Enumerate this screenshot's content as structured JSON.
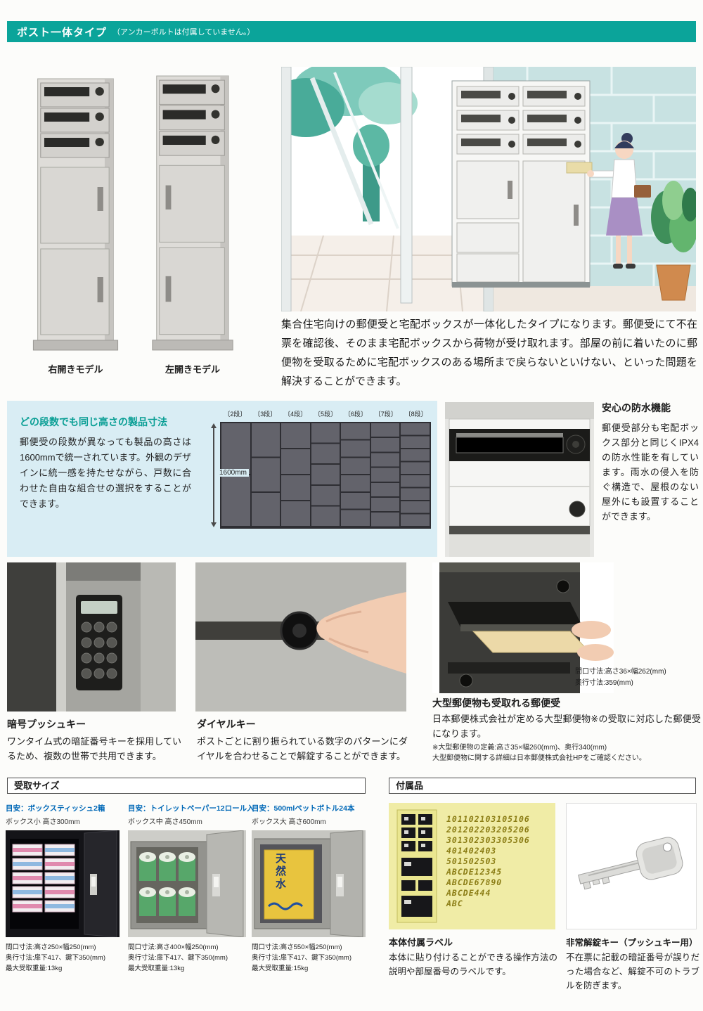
{
  "page": {
    "header": {
      "title": "ポスト一体タイプ",
      "subtitle": "（アンカーボルトは付属していません。）"
    },
    "models": {
      "right": "右開きモデル",
      "left": "左開きモデル"
    },
    "intro": "集合住宅向けの郵便受と宅配ボックスが一体化したタイプになります。郵便受にて不在票を確認後、そのまま宅配ボックスから荷物が受け取れます。部屋の前に着いたのに郵便物を受取るために宅配ボックスのある場所まで戻らないといけない、といった問題を解決することができます。",
    "uniform_height": {
      "heading": "どの段数でも同じ高さの製品寸法",
      "body": "郵便受の段数が異なっても製品の高さは1600mmで統一されています。外観のデザインに統一感を持たせながら、戸数に合わせた自由な組合せの選択をすることができます。",
      "height_label": "1600mm",
      "tiers": [
        "〔2段〕",
        "〔3段〕",
        "〔4段〕",
        "〔5段〕",
        "〔6段〕",
        "〔7段〕",
        "〔8段〕"
      ]
    },
    "waterproof": {
      "heading": "安心の防水機能",
      "body": "郵便受部分も宅配ボックス部分と同じくIPX4の防水性能を有しています。雨水の侵入を防ぐ構造で、屋根のない屋外にも設置することができます。"
    },
    "push_key": {
      "heading": "暗号プッシュキー",
      "body": "ワンタイム式の暗証番号キーを採用しているため、複数の世帯で共用できます。"
    },
    "dial_key": {
      "heading": "ダイヤルキー",
      "body": "ポストごとに割り振られている数字のパターンにダイヤルを合わせることで解錠することができます。"
    },
    "large_mail": {
      "heading": "大型郵便物も受取れる郵便受",
      "body": "日本郵便株式会社が定める大型郵便物※の受取に対応した郵便受になります。",
      "dim1": "間口寸法:高さ36×幅262(mm)",
      "dim2": "奥行寸法:359(mm)",
      "note1": "※大型郵便物の定義:高さ35×幅260(mm)、奥行340(mm)",
      "note2": "大型郵便物に関する詳細は日本郵便株式会社HPをご確認ください。"
    },
    "receive_size": {
      "title": "受取サイズ",
      "items": [
        {
          "label": "目安：ボックスティッシュ2箱",
          "sub": "ボックス小 高さ300mm",
          "dims": [
            "間口寸法:高さ250×幅250(mm)",
            "奥行寸法:扉下417、鍵下350(mm)",
            "最大受取重量:13kg"
          ]
        },
        {
          "label": "目安：トイレットペーパー12ロール入",
          "sub": "ボックス中 高さ450mm",
          "dims": [
            "間口寸法:高さ400×幅250(mm)",
            "奥行寸法:扉下417、鍵下350(mm)",
            "最大受取重量:13kg"
          ]
        },
        {
          "label": "目安：500mlペットボトル24本",
          "sub": "ボックス大 高さ600mm",
          "dims": [
            "間口寸法:高さ550×幅250(mm)",
            "奥行寸法:扉下417、鍵下350(mm)",
            "最大受取重量:15kg"
          ],
          "bottle_text": "天然水"
        }
      ]
    },
    "accessories": {
      "title": "付属品",
      "label_item": {
        "caption": "本体付属ラベル",
        "body": "本体に貼り付けることができる操作方法の説明や部屋番号のラベルです。",
        "rows": [
          "101102103105106",
          "201202203205206",
          "301302303305306",
          "401402403",
          "501502503",
          "ABCDE12345",
          "ABCDE67890",
          "ABCDE444",
          "ABC"
        ]
      },
      "key_item": {
        "caption": "非常解錠キー（プッシュキー用）",
        "body": "不在票に記載の暗証番号が誤りだった場合など、解錠不可のトラブルを防ぎます。"
      }
    },
    "colors": {
      "accent_teal": "#0ba49a",
      "panel_blue": "#d9edf4",
      "label_blue": "#0068b7"
    }
  }
}
